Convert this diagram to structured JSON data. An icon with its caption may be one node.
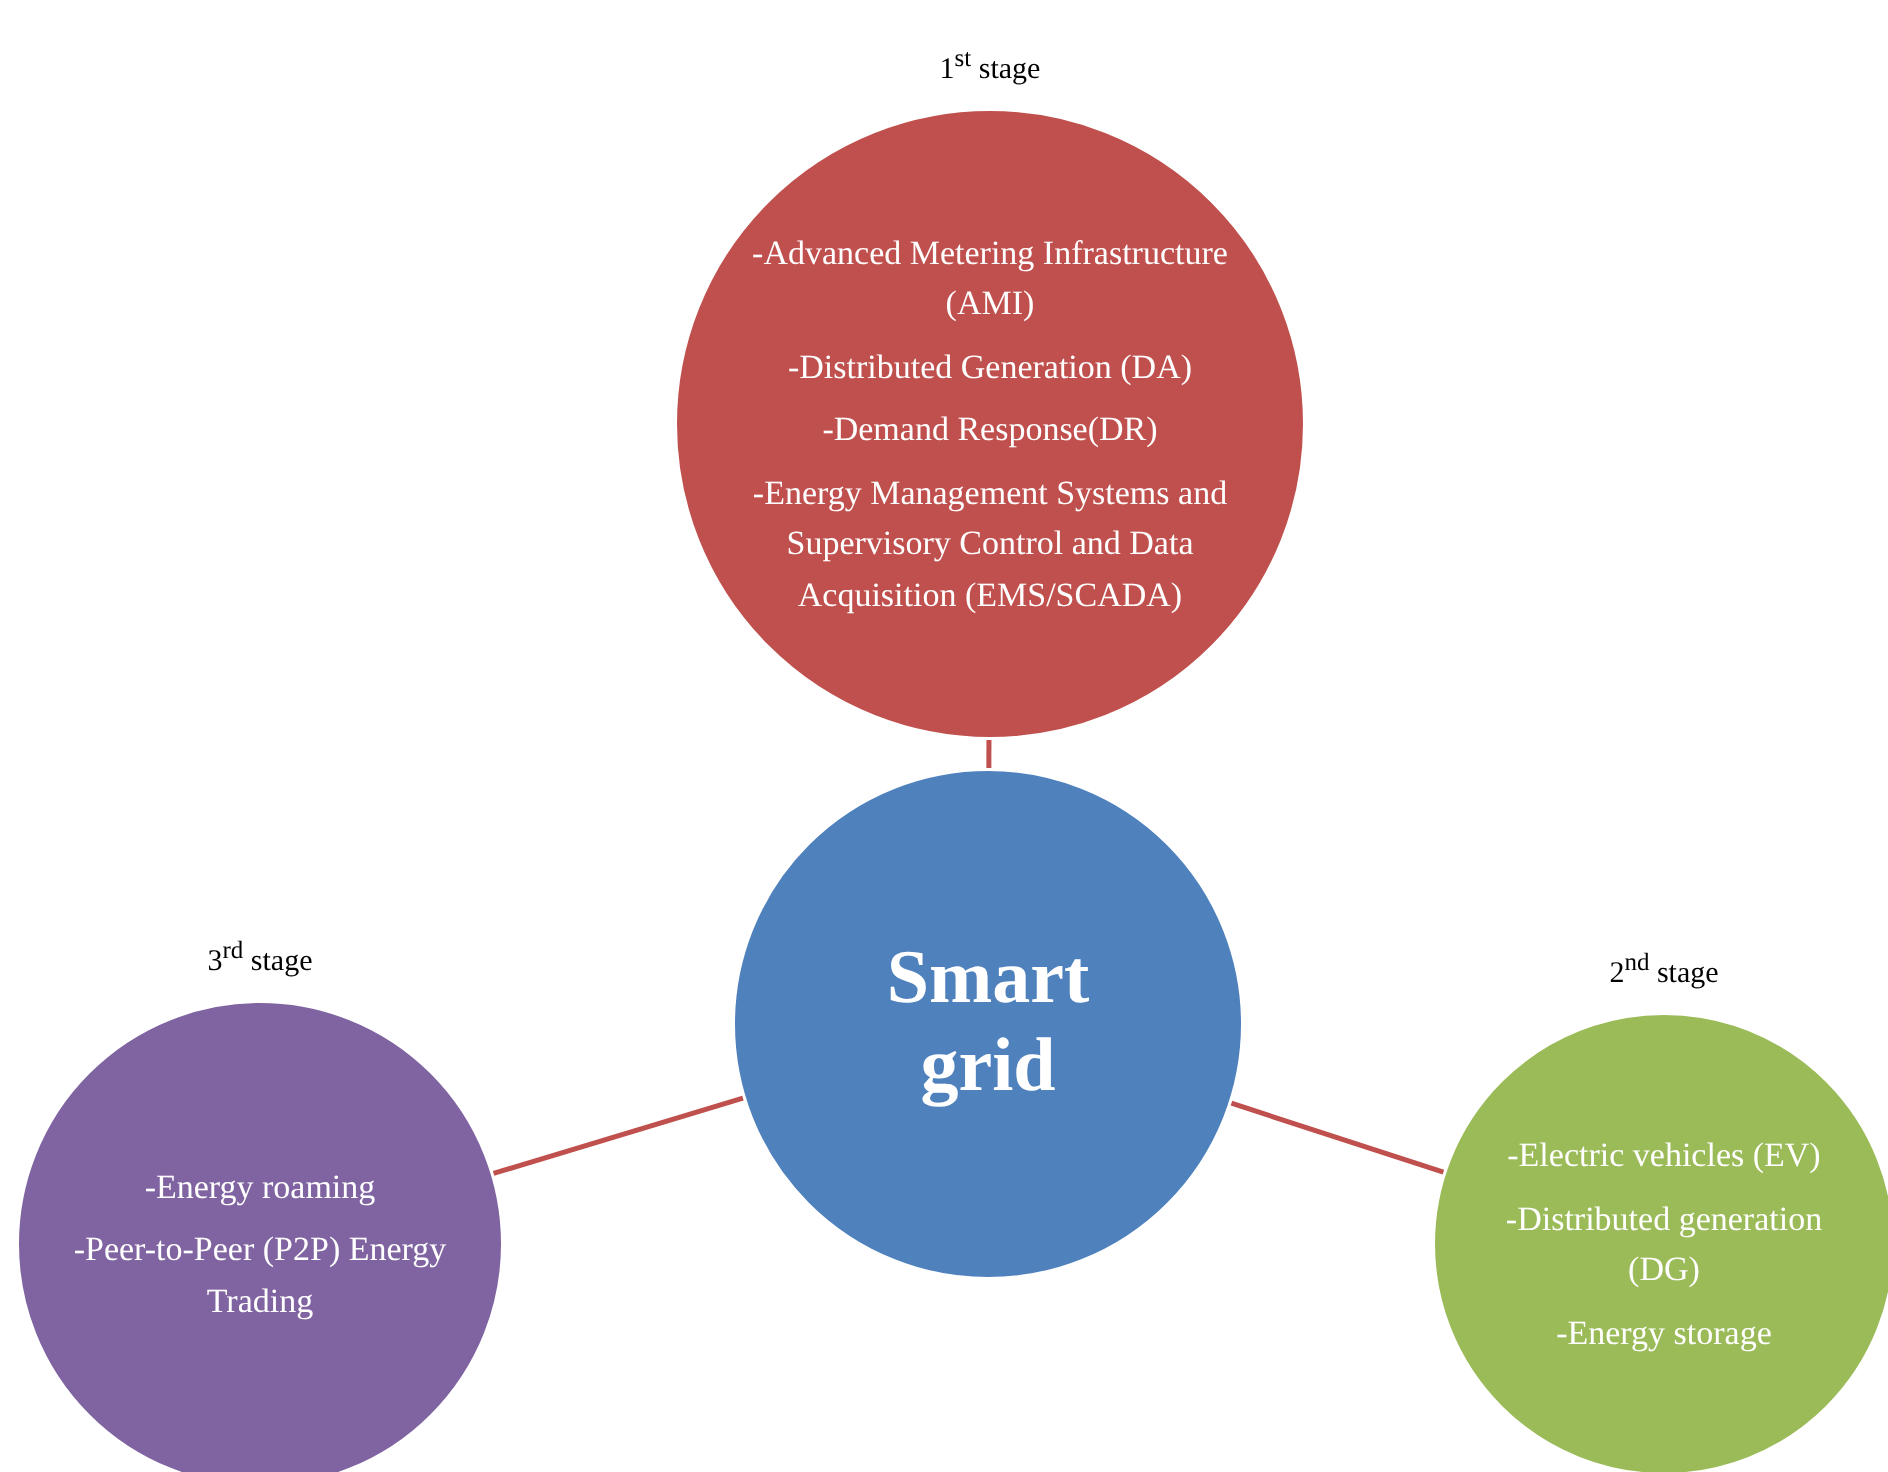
{
  "diagram": {
    "nodes": [
      {
        "text": [
          "1$^{st}$ stage",
          "-Advanced Metering Infrastructure (AMI)",
          "-Distributed Generation (DA)",
          "-Demand Response(DR)",
          "-Energy Management Systems and Supervisory Control and Data Acquisition (EMS/SCADA)"
        ]
      },
      {
        "text": [
          "Smart grid"
        ]
      },
      {
        "text": [
          "3$^{rd}$ stage",
          "-Energy roaming",
          "-Peer-to-Peer (P2P) Energy Trading"
        ]
      },
      {
        "text": [
          "2$^{nd}$ stage",
          "-Electric vehicles (EV)",
          "-Distributed generation (DG)",
          "-Energy storage"
        ]
      }
    ],
    "edges": [
      {
        "from": 1,
        "to": 0,
        "arrow": "none"
      },
      {
        "from": 1,
        "to": 2,
        "arrow": "none"
      },
      {
        "from": 1,
        "to": 3,
        "arrow": "none"
      }
    ]
  }
}
